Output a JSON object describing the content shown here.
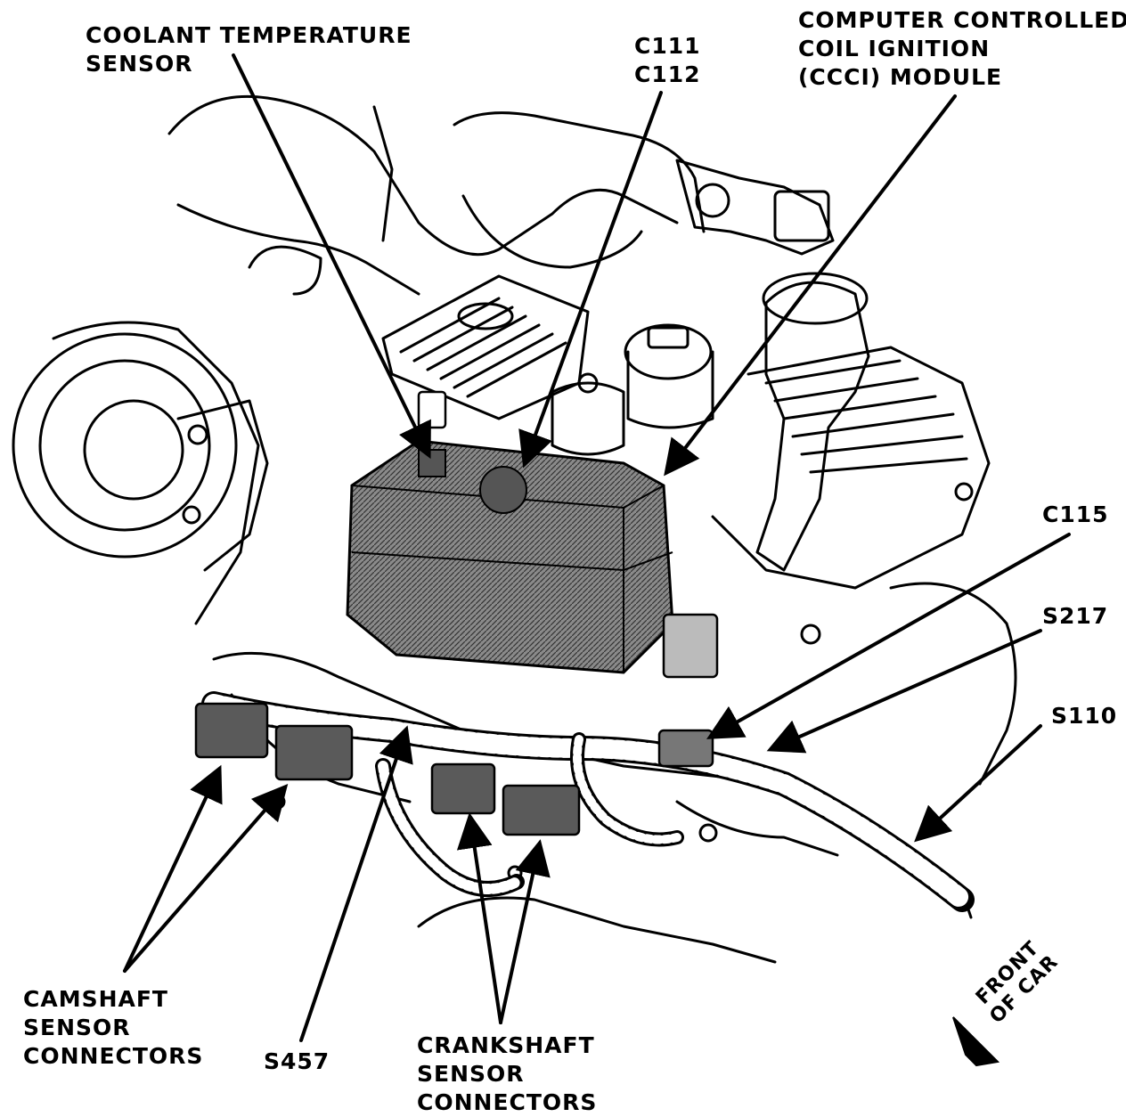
{
  "labels": {
    "coolant_sensor": [
      "COOLANT TEMPERATURE",
      "SENSOR"
    ],
    "c111_c112": [
      "C111",
      "C112"
    ],
    "ccci_module": [
      "COMPUTER CONTROLLED",
      "COIL IGNITION",
      "(CCCI) MODULE"
    ],
    "c115": "C115",
    "s217": "S217",
    "s110": "S110",
    "camshaft_connectors": [
      "CAMSHAFT",
      "SENSOR",
      "CONNECTORS"
    ],
    "s457": "S457",
    "crankshaft_connectors": [
      "CRANKSHAFT",
      "SENSOR",
      "CONNECTORS"
    ],
    "front_of_car": [
      "FRONT",
      "OF CAR"
    ]
  },
  "colors": {
    "ink": "#000000",
    "paper": "#ffffff",
    "module_fill": "#7a7a7a"
  }
}
